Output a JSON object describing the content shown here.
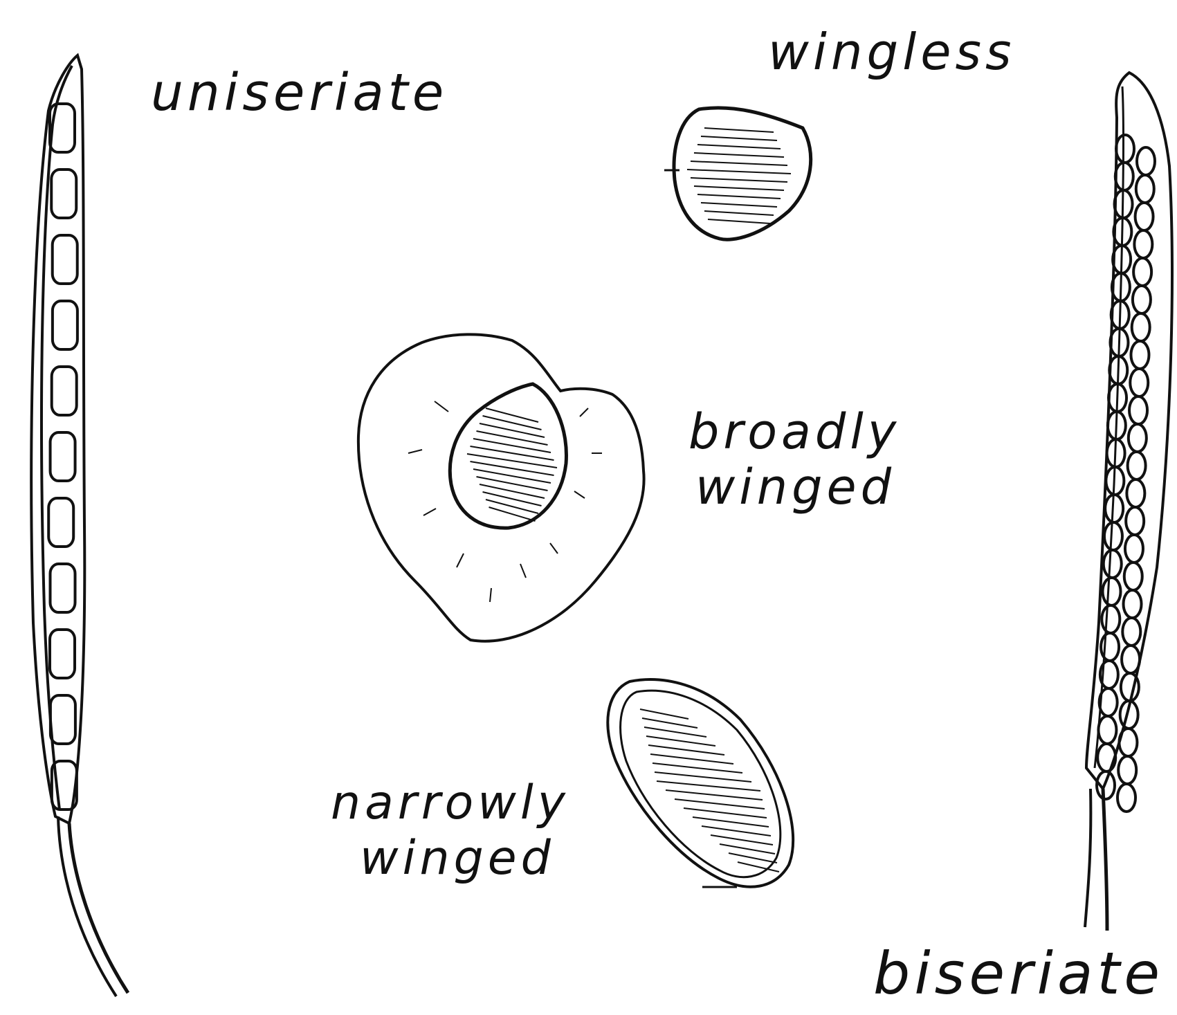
{
  "labels": {
    "uniseriate": "uniseriate",
    "wingless": "wingless",
    "broadly_line1": "broadly",
    "broadly_line2": "winged",
    "narrowly_line1": "narrowly",
    "narrowly_line2": "winged",
    "biseriate": "biseriate"
  },
  "colors": {
    "ink": "#111111",
    "paper": "#ffffff"
  }
}
